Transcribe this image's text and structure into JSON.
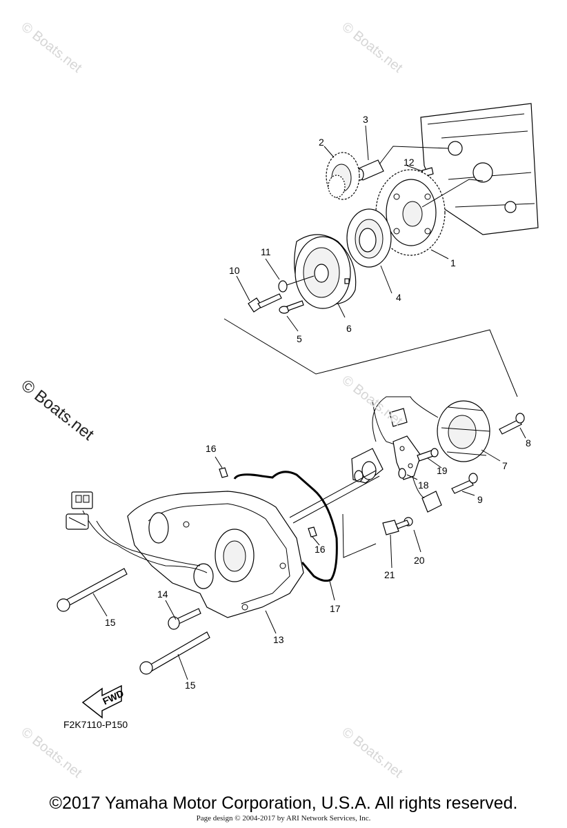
{
  "watermarks": [
    "© Boats.net",
    "© Boats.net",
    "© Boats.net",
    "© Boats.net",
    "© Boats.net",
    "© Boats.net"
  ],
  "callouts": {
    "c1": "1",
    "c2": "2",
    "c3": "3",
    "c4": "4",
    "c5": "5",
    "c6": "6",
    "c7": "7",
    "c8": "8",
    "c9": "9",
    "c10": "10",
    "c11": "11",
    "c12": "12",
    "c13": "13",
    "c14": "14",
    "c15a": "15",
    "c15b": "15",
    "c16a": "16",
    "c16b": "16",
    "c17": "17",
    "c18": "18",
    "c19": "19",
    "c20": "20",
    "c21": "21"
  },
  "fwd_label": "FWD",
  "part_code": "F2K7110-P150",
  "copyright": "©2017 Yamaha Motor Corporation, U.S.A. All rights reserved.",
  "page_design": "Page design © 2004-2017 by ARI Network Services, Inc."
}
